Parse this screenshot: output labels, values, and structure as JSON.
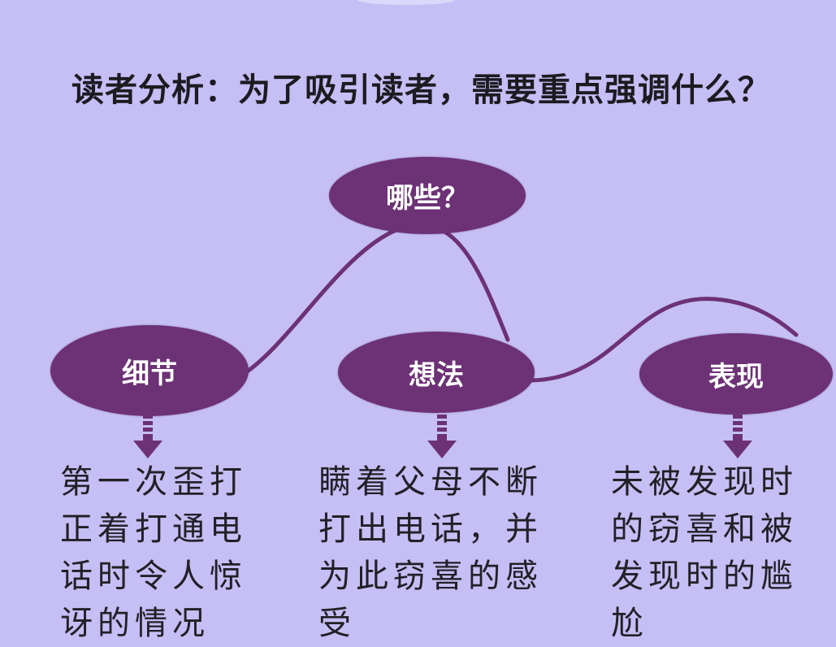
{
  "title": "读者分析：为了吸引读者，需要重点强调什么？",
  "colors": {
    "background": "#c5bff5",
    "node_fill": "#6d3176",
    "node_text": "#ffffff",
    "connector": "#6d3176",
    "arrow": "#6d3176",
    "body_text": "#222026"
  },
  "nodes": {
    "top": {
      "label": "哪些？"
    },
    "detail": {
      "label": "细节"
    },
    "thought": {
      "label": "想法"
    },
    "performance": {
      "label": "表现"
    }
  },
  "descriptions": {
    "detail": "第一次歪打\n正着打通电\n话时令人惊\n讶的情况",
    "thought": "瞒着父母不断\n打出电话，并\n为此窃喜的感\n受",
    "performance": "未被发现时\n的窃喜和被\n发现时的尴\n尬"
  }
}
